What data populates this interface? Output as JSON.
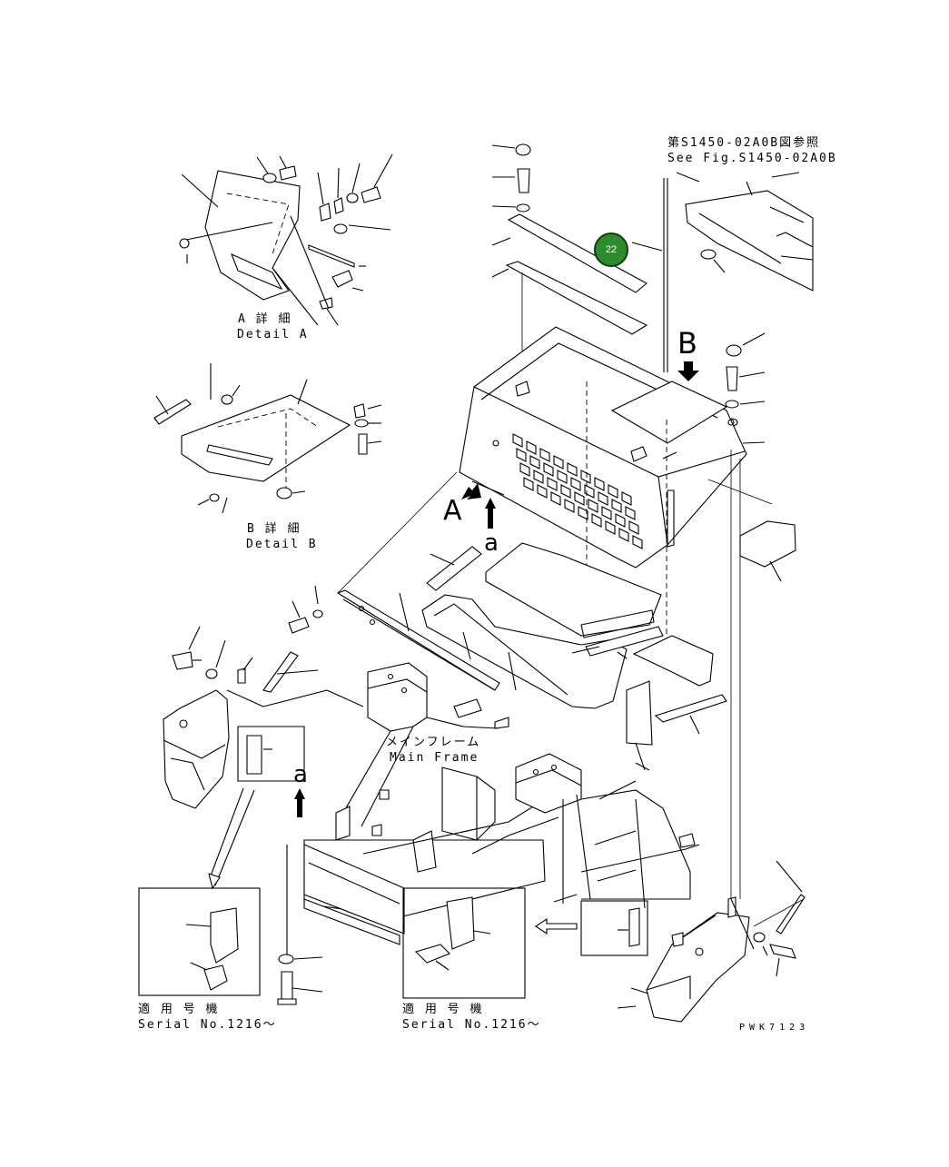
{
  "labels": {
    "ref_jp": "第S1450-02A0B図参照",
    "ref_en": "See Fig.S1450-02A0B",
    "detail_a_jp": "A 詳 細",
    "detail_a_en": "Detail A",
    "detail_b_jp": "B 詳 細",
    "detail_b_en": "Detail B",
    "main_frame_jp": "メインフレーム",
    "main_frame_en": "Main Frame",
    "serial_left_jp": "適 用 号 機",
    "serial_left_en": "Serial No.1216～",
    "serial_right_jp": "適 用 号 機",
    "serial_right_en": "Serial No.1216～",
    "code": "PWK7123"
  },
  "view_markers": {
    "A": "A",
    "B": "B",
    "a_upper": "a",
    "a_lower": "a"
  },
  "callouts": [
    {
      "number": "22",
      "color": "#2e8b2e"
    }
  ],
  "colors": {
    "line": "#000000",
    "background": "#ffffff",
    "callout_fill": "#2e8b2e",
    "callout_border": "#0b3f0b"
  }
}
